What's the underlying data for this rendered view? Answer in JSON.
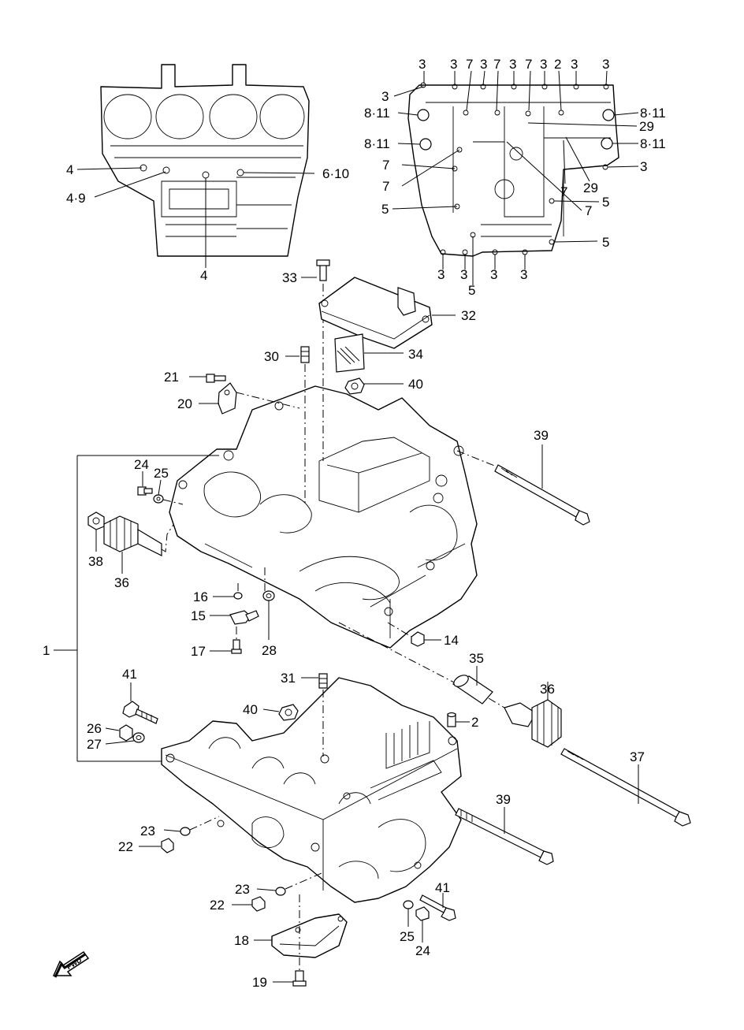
{
  "diagram": {
    "callouts": {
      "c_4a": "4",
      "c_49": "4·9",
      "c_4b": "4",
      "c_610": "6·10",
      "r_3_1": "3",
      "r_3_2": "3",
      "r_7_1": "7",
      "r_3_3": "3",
      "r_7_2": "7",
      "r_3_4": "3",
      "r_7_3": "7",
      "r_3_5": "3",
      "r_2": "2",
      "r_3_6": "3",
      "r_3_7": "3",
      "r_3_left": "3",
      "r_811_a": "8·11",
      "r_811_b": "8·11",
      "r_7_l1": "7",
      "r_7_l2": "7",
      "r_5_l": "5",
      "r_811_c": "8·11",
      "r_29_a": "29",
      "r_811_d": "8·11",
      "r_3_right": "3",
      "r_7_in": "7",
      "r_29_b": "29",
      "r_5_r1": "5",
      "r_7_r": "7",
      "r_5_r2": "5",
      "r_3_b1": "3",
      "r_3_b2": "3",
      "r_3_b3": "3",
      "r_3_b4": "3",
      "r_5_b": "5",
      "p33": "33",
      "p32": "32",
      "p34": "34",
      "p30": "30",
      "p40a": "40",
      "p21": "21",
      "p20": "20",
      "p39a": "39",
      "p24a": "24",
      "p25a": "25",
      "p38": "38",
      "p36a": "36",
      "p1": "1",
      "p16": "16",
      "p15": "15",
      "p17": "17",
      "p28": "28",
      "p14": "14",
      "p35": "35",
      "p36b": "36",
      "p41a": "41",
      "p31": "31",
      "p40b": "40",
      "p2": "2",
      "p26": "26",
      "p27": "27",
      "p37": "37",
      "p39b": "39",
      "p23a": "23",
      "p22a": "22",
      "p23b": "23",
      "p22b": "22",
      "p41b": "41",
      "p25b": "25",
      "p24b": "24",
      "p18": "18",
      "p19": "19"
    },
    "fwd_label": "FWD"
  }
}
